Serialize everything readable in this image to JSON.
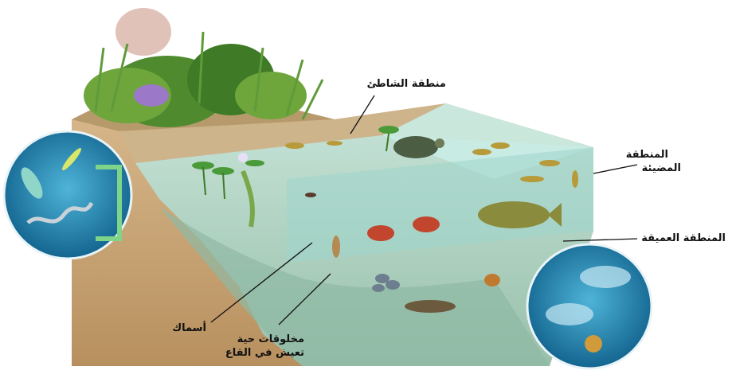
{
  "labels": {
    "shore_zone": "منطقة الشاطئ",
    "lit_zone_line1": "المنطقة",
    "lit_zone_line2": "المضيئة",
    "deep_zone": "المنطقة العميقة",
    "fish": "أسماك",
    "bottom_line1": "مخلوقات حية",
    "bottom_line2": "تعيش في القاع"
  },
  "colors": {
    "water": "#a9ddd6",
    "soil": "#c9a57a",
    "vegetation": "#5f9b3a",
    "inset_circle": "#1f7fa8"
  }
}
